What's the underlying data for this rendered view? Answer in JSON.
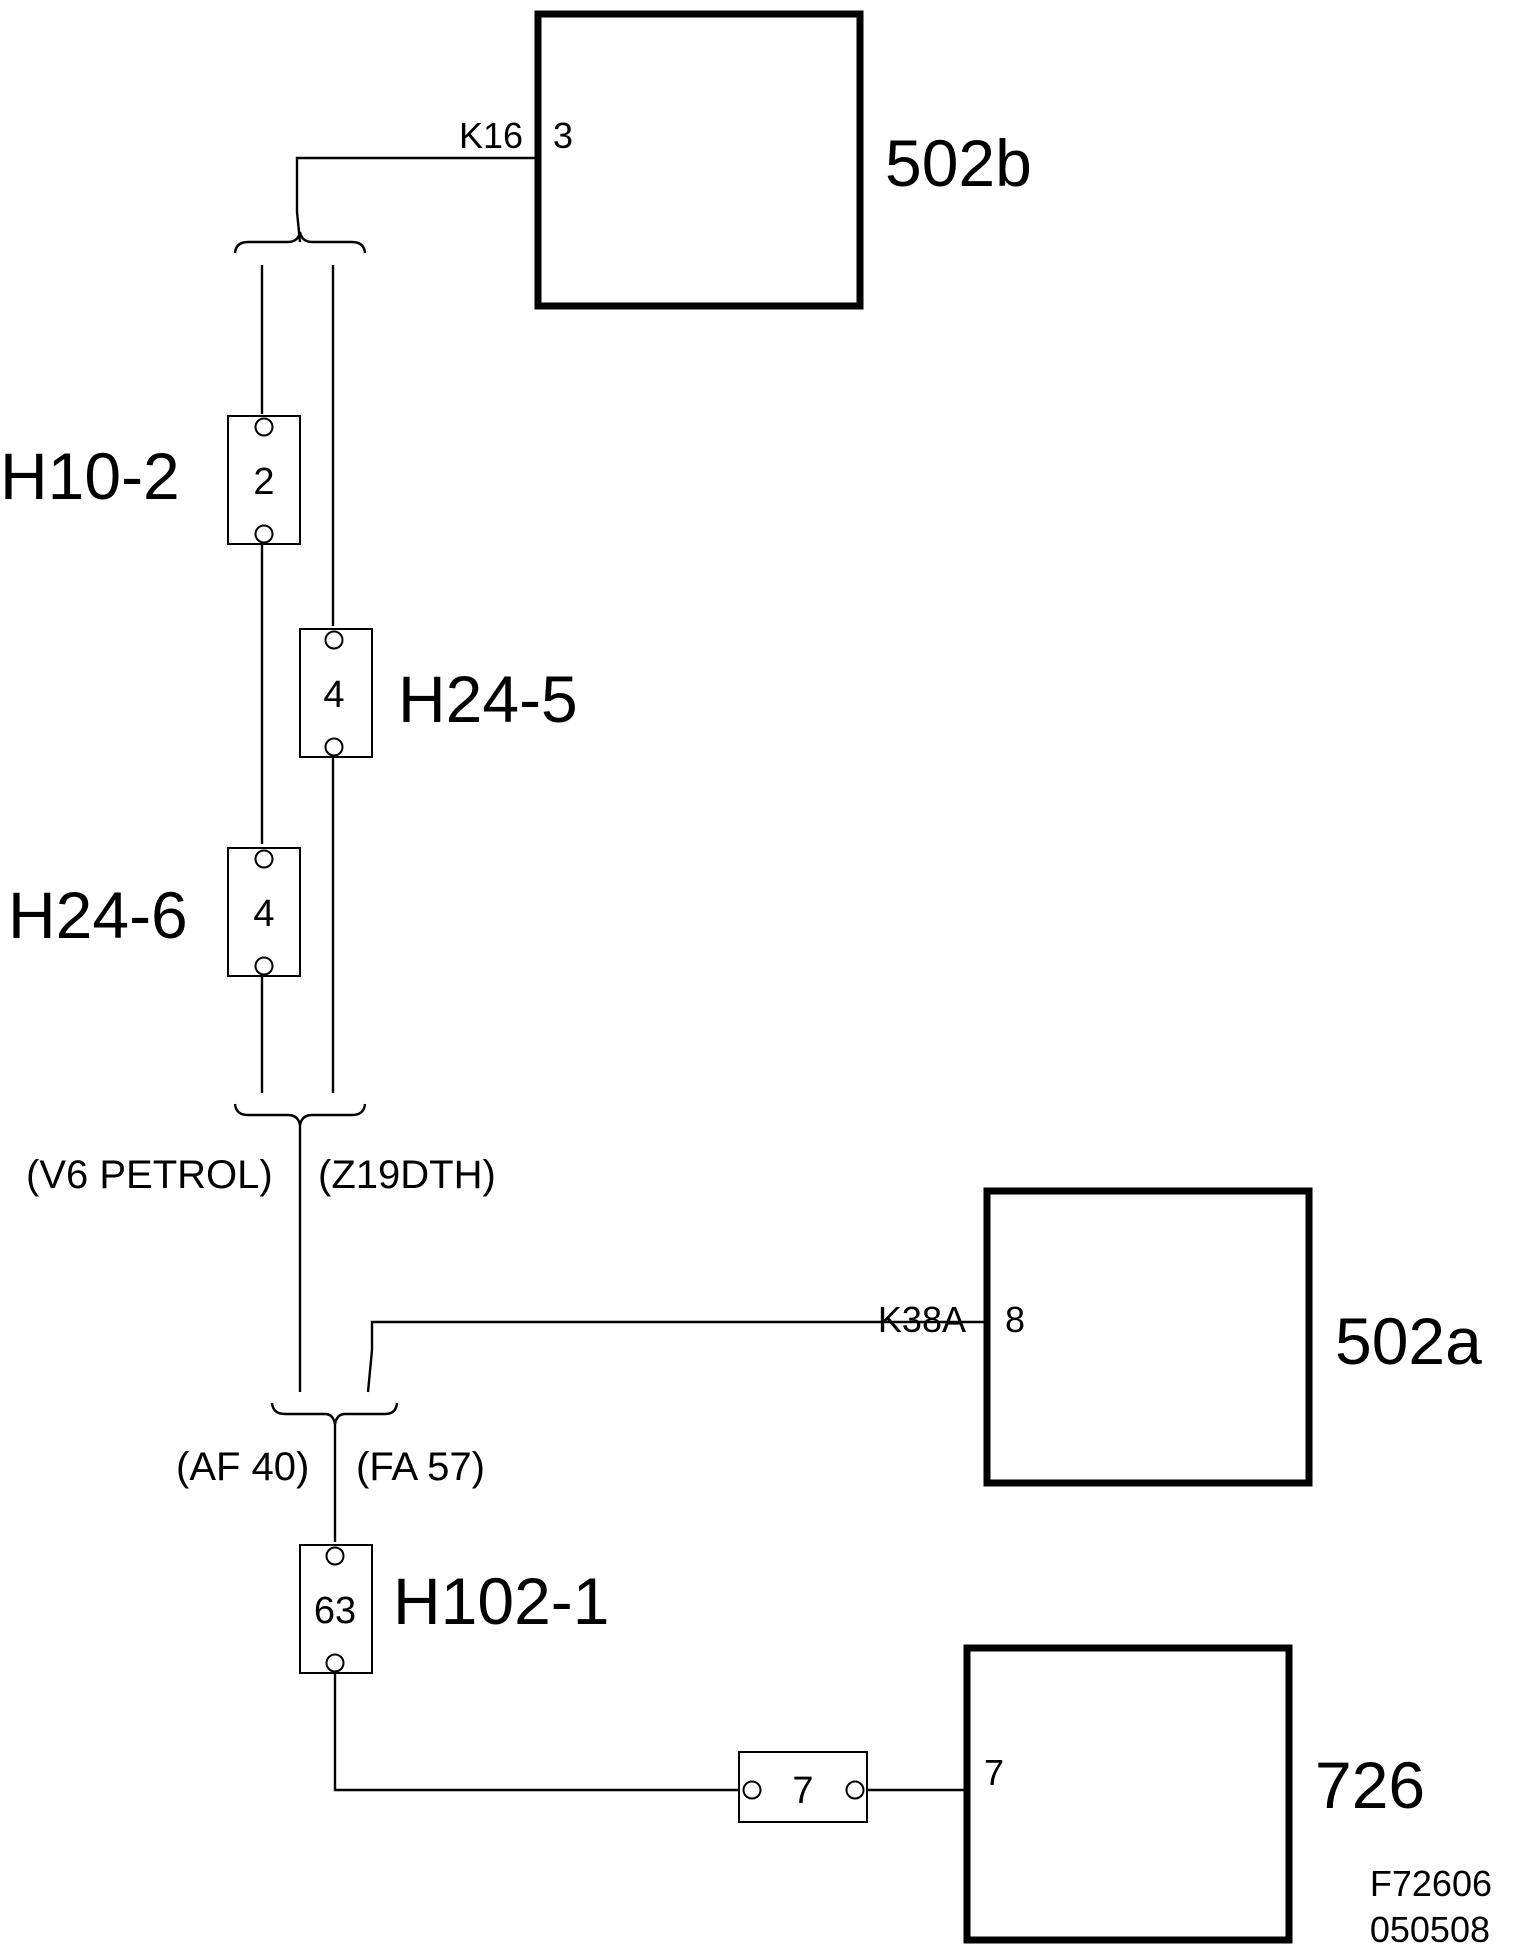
{
  "modules": {
    "m502b": {
      "name": "502b",
      "pin": "3",
      "wire": "K16"
    },
    "m502a": {
      "name": "502a",
      "pin": "8",
      "wire": "K38A"
    },
    "m726": {
      "name": "726",
      "pin": "7"
    }
  },
  "connectors": {
    "h10_2": {
      "name": "H10-2",
      "pin": "2"
    },
    "h24_5": {
      "name": "H24-5",
      "pin": "4"
    },
    "h24_6": {
      "name": "H24-6",
      "pin": "4"
    },
    "h102_1": {
      "name": "H102-1",
      "pin": "63"
    },
    "inline": {
      "pin": "7"
    }
  },
  "variants": {
    "v6_petrol": "(V6 PETROL)",
    "z19dth": "(Z19DTH)",
    "af40": "(AF 40)",
    "fa57": "(FA 57)"
  },
  "footer": {
    "figure_id": "F72606",
    "date_code": "050508"
  }
}
